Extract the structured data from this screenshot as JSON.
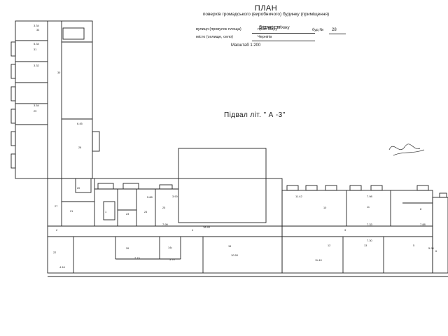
{
  "header": {
    "title": "ПЛАН",
    "subtitle": "поверхів громадського (виробничого) будинку (приміщення)",
    "building_type": "Будинок зв'язку",
    "street_label": "вулиця (провулок площа)",
    "street_note": "(прізвище/назва)",
    "street_value": "пр-ст Миру",
    "house_label": "буд №",
    "house_number": "28",
    "city_label": "місто (селище, село)",
    "city_value": "Чернігів",
    "scale": "Масштаб 1:200"
  },
  "floor_label": "Підвал  літ. \" А -3\"",
  "dimensions": [
    {
      "text": "3.34"
    },
    {
      "text": "5.34"
    },
    {
      "text": "6.45"
    },
    {
      "text": "3.54"
    },
    {
      "text": "3.32"
    },
    {
      "text": "7.99"
    },
    {
      "text": "7.33"
    },
    {
      "text": "11.42"
    },
    {
      "text": "7.98"
    },
    {
      "text": "7.88"
    },
    {
      "text": "7.30"
    },
    {
      "text": "18.40"
    },
    {
      "text": "7.15"
    },
    {
      "text": "5.70"
    },
    {
      "text": "10.50"
    },
    {
      "text": "11.40"
    },
    {
      "text": "3.90"
    },
    {
      "text": "5.88"
    },
    {
      "text": "4.16"
    },
    {
      "text": "5.94"
    }
  ],
  "rooms": [
    {
      "label": "33"
    },
    {
      "label": "31"
    },
    {
      "label": "30"
    },
    {
      "label": "29"
    },
    {
      "label": "28"
    },
    {
      "label": "27"
    },
    {
      "label": "20"
    },
    {
      "label": "21"
    },
    {
      "label": "22"
    },
    {
      "label": "23"
    },
    {
      "label": "24"
    },
    {
      "label": "25"
    },
    {
      "label": "26"
    },
    {
      "label": "14"
    },
    {
      "label": "15"
    },
    {
      "label": "10"
    },
    {
      "label": "11"
    },
    {
      "label": "12"
    },
    {
      "label": "13"
    },
    {
      "label": "5"
    },
    {
      "label": "6"
    },
    {
      "label": "4"
    },
    {
      "label": "3"
    },
    {
      "label": "2"
    },
    {
      "label": "1"
    },
    {
      "label": "7"
    },
    {
      "label": "8"
    }
  ]
}
